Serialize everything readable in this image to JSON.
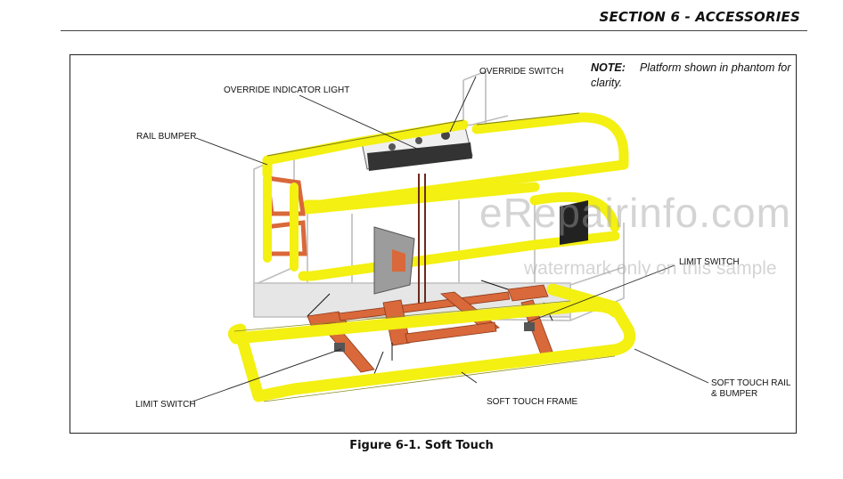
{
  "header": {
    "section_title": "SECTION 6 - ACCESSORIES"
  },
  "note": {
    "heading": "NOTE:",
    "text": "Platform shown in phantom for clarity."
  },
  "callouts": {
    "override_switch": "OVERRIDE SWITCH",
    "override_indicator_light": "OVERRIDE INDICATOR LIGHT",
    "rail_bumper": "RAIL BUMPER",
    "limit_switch_right": "LIMIT SWITCH",
    "limit_switch_left": "LIMIT SWITCH",
    "soft_touch_frame": "SOFT TOUCH FRAME",
    "soft_touch_rail_line1": "SOFT TOUCH RAIL",
    "soft_touch_rail_line2": "& BUMPER"
  },
  "watermark": {
    "main": "eRepairinfo.com",
    "sub": "watermark only on this sample"
  },
  "caption": "Figure 6-1. Soft Touch",
  "colors": {
    "rail_yellow": "#f3f012",
    "frame_orange": "#d9683a",
    "phantom_gray": "#cfcfcf"
  }
}
